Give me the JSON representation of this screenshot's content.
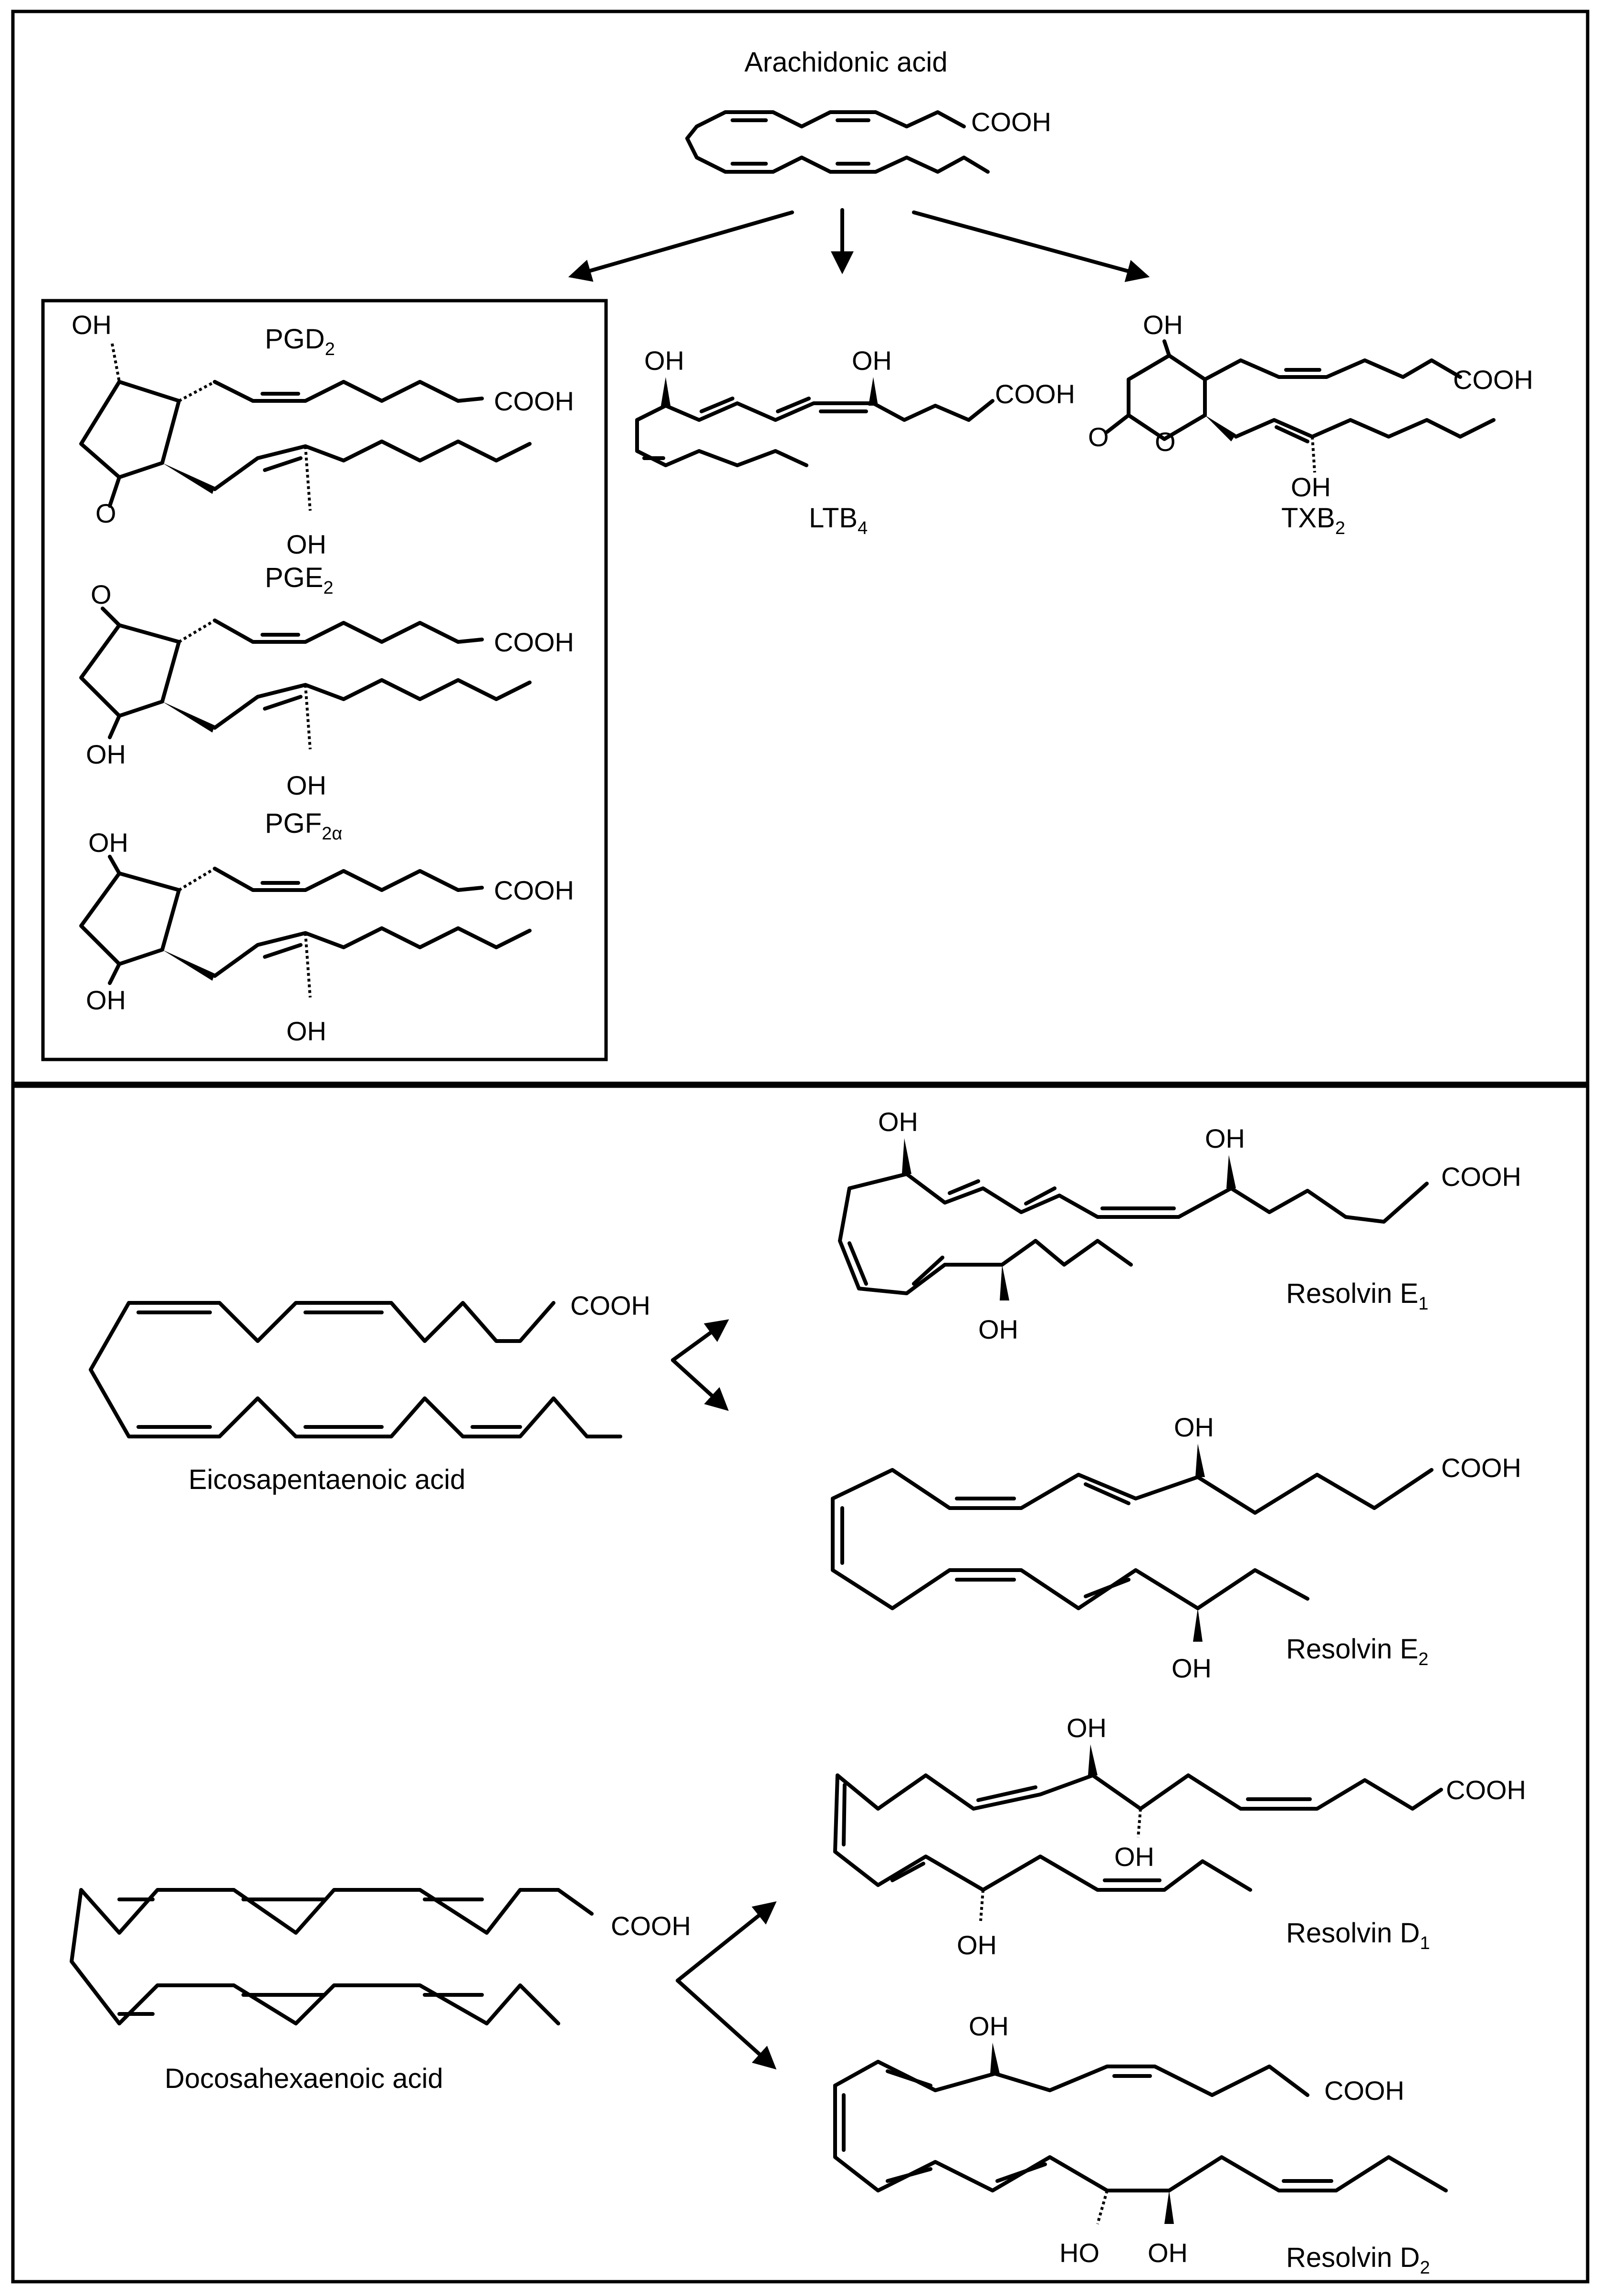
{
  "top_panel": {
    "arachidonic": {
      "name": "Arachidonic acid",
      "group": "COOH"
    },
    "pgd2": {
      "base": "PGD",
      "sub": "2",
      "oh_top": "OH",
      "oh_bottom": "OH",
      "ketone": "O",
      "group": "COOH"
    },
    "pge2": {
      "base": "PGE",
      "sub": "2",
      "ketone": "O",
      "oh_ring": "OH",
      "oh_chain": "OH",
      "group": "COOH"
    },
    "pgf2a": {
      "base": "PGF",
      "sub": "2α",
      "oh_top": "OH",
      "oh_ring": "OH",
      "oh_chain": "OH",
      "group": "COOH"
    },
    "ltb4": {
      "base": "LTB",
      "sub": "4",
      "oh_left": "OH",
      "oh_right": "OH",
      "group": "COOH"
    },
    "txb2": {
      "base": "TXB",
      "sub": "2",
      "oh_top": "OH",
      "oh_bottom": "OH",
      "ring_o": "O",
      "keto": "O",
      "group": "COOH"
    }
  },
  "bottom_panel": {
    "epa": {
      "name": "Eicosapentaenoic acid",
      "group": "COOH"
    },
    "dha": {
      "name": "Docosahexaenoic acid",
      "group": "COOH"
    },
    "rve1": {
      "base": "Resolvin E",
      "sub": "1",
      "oh_top1": "OH",
      "oh_top2": "OH",
      "oh_bottom": "OH",
      "group": "COOH"
    },
    "rve2": {
      "base": "Resolvin E",
      "sub": "2",
      "oh_top": "OH",
      "oh_bottom": "OH",
      "group": "COOH"
    },
    "rvd1": {
      "base": "Resolvin D",
      "sub": "1",
      "oh_top": "OH",
      "oh_mid": "OH",
      "oh_bottom": "OH",
      "group": "COOH"
    },
    "rvd2": {
      "base": "Resolvin D",
      "sub": "2",
      "oh_top": "OH",
      "oh_bottom1": "HO",
      "oh_bottom2": "OH",
      "group": "COOH"
    }
  }
}
